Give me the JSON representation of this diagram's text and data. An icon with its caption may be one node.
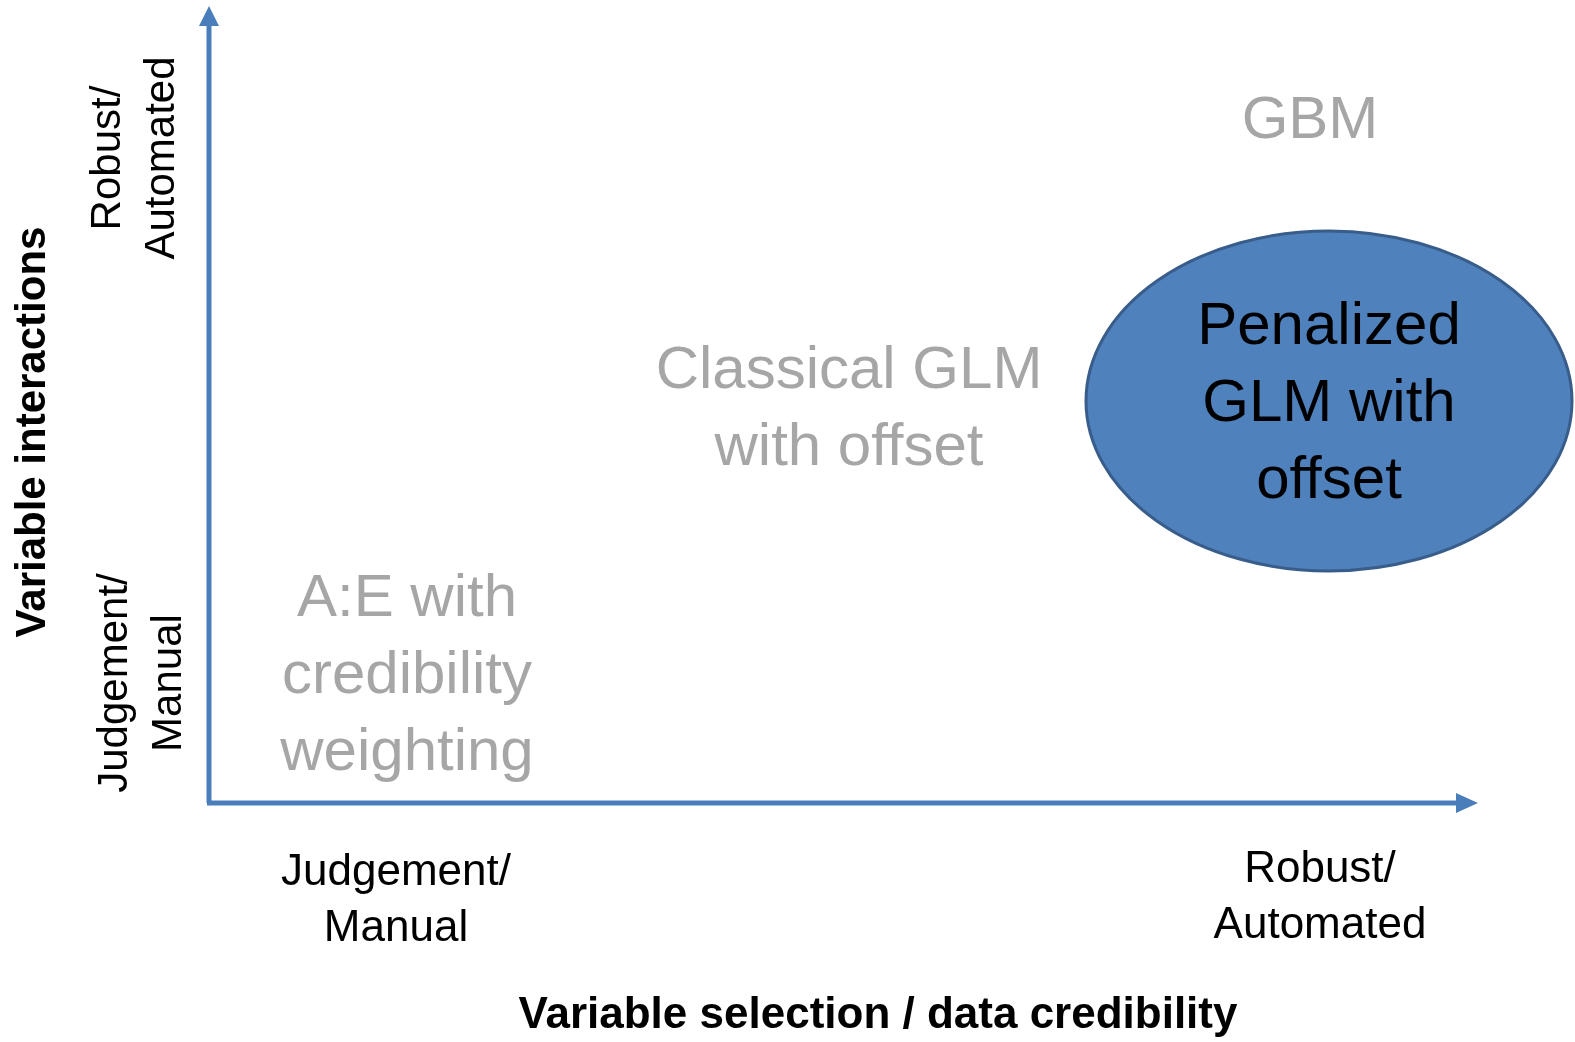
{
  "diagram": {
    "nodes": [
      {
        "text": [
          "Penalized GLM with offset"
        ]
      }
    ],
    "edges": [],
    "labels": [
      "GBM",
      "Robust/ Automated",
      "Variable interactions",
      "Classical GLM with offset",
      "A:E with credibility weighting",
      "Judgement/ Manual",
      "Judgement/ Manual",
      "Robust/ Automated",
      "Variable selection / data credibility"
    ]
  }
}
